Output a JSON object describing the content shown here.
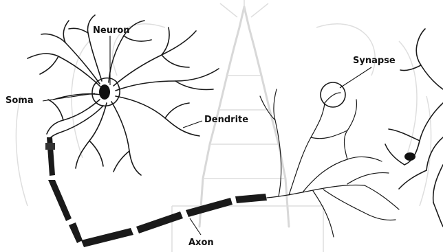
{
  "labels": {
    "neuron": "Neuron",
    "soma": "Soma",
    "dendrite": "Dendrite",
    "synapse": "Synapse",
    "axon": "Axon"
  },
  "colors": {
    "ink": "#1a1a1a",
    "watermark": "#d8d8d8",
    "background": "#ffffff"
  }
}
